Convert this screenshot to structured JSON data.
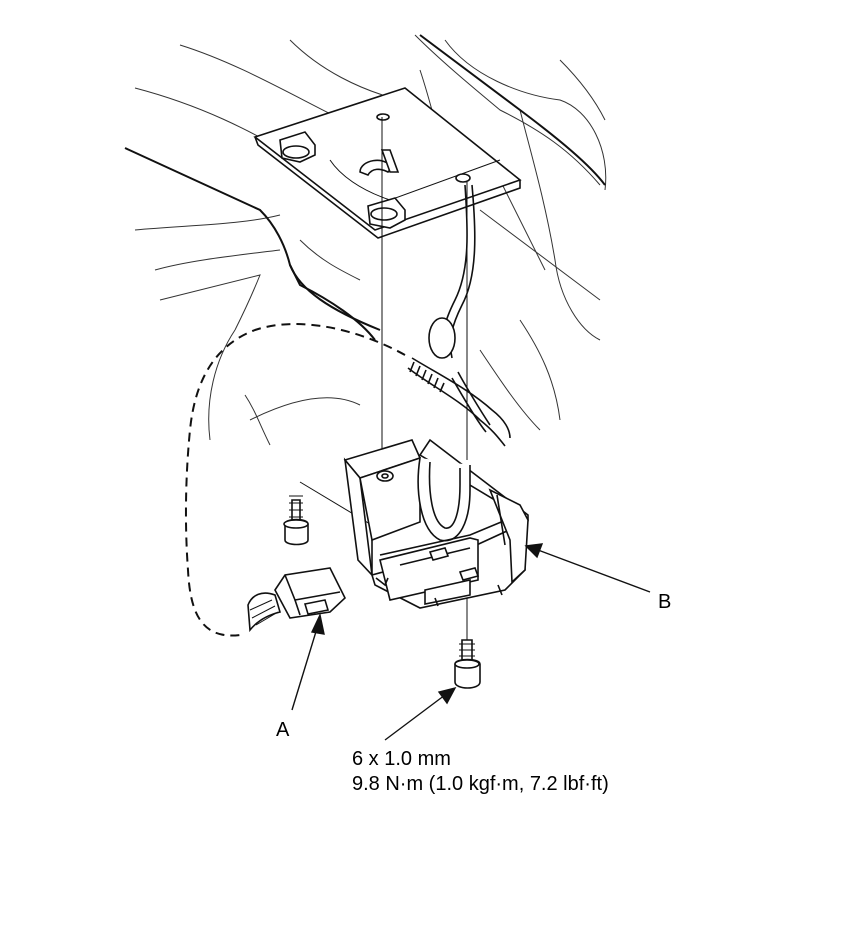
{
  "callouts": {
    "a": "A",
    "b": "B"
  },
  "spec": {
    "bolt_size": "6 x 1.0 mm",
    "torque": "9.8 N·m (1.0 kgf·m, 7.2 lbf·ft)"
  }
}
